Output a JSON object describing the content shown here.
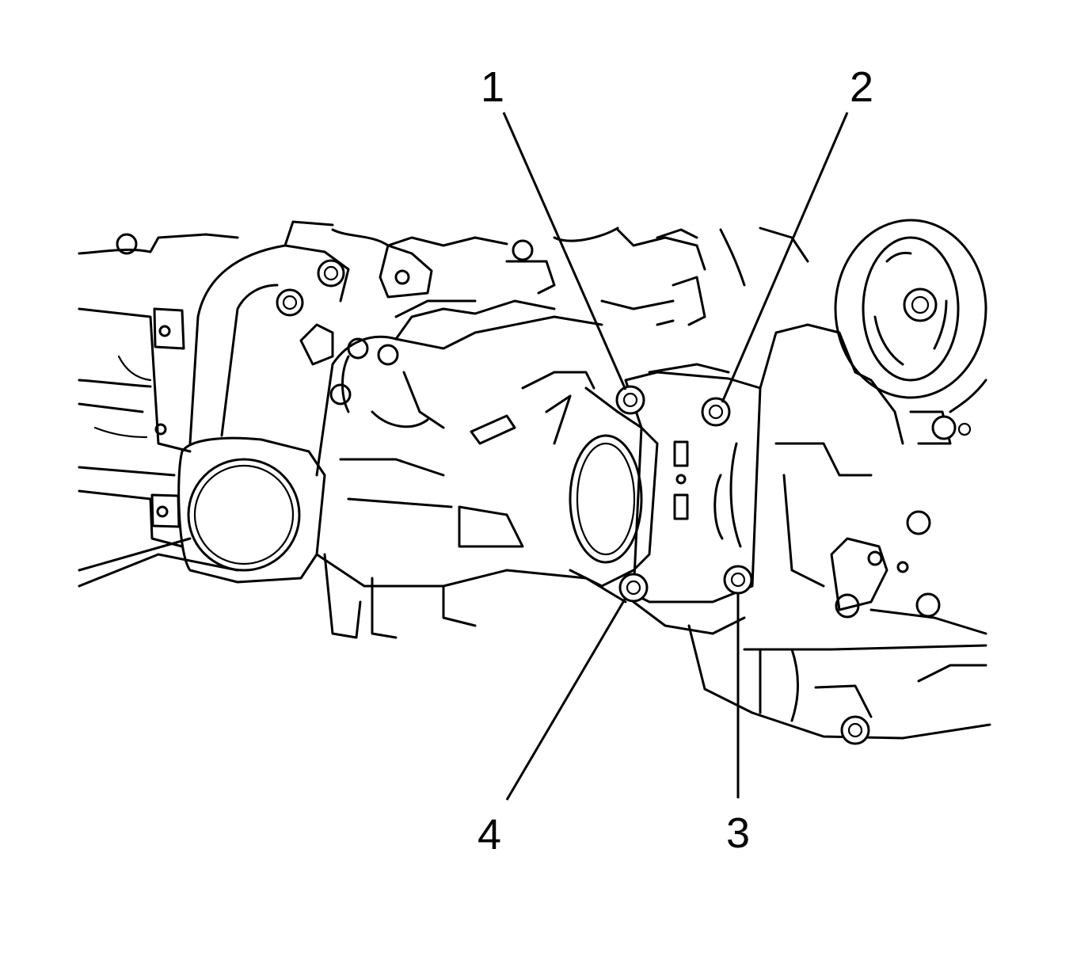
{
  "diagram": {
    "callouts": [
      {
        "id": "1",
        "label": "1"
      },
      {
        "id": "2",
        "label": "2"
      },
      {
        "id": "3",
        "label": "3"
      },
      {
        "id": "4",
        "label": "4"
      }
    ],
    "colors": {
      "ink": "#000000",
      "background": "#ffffff"
    }
  }
}
